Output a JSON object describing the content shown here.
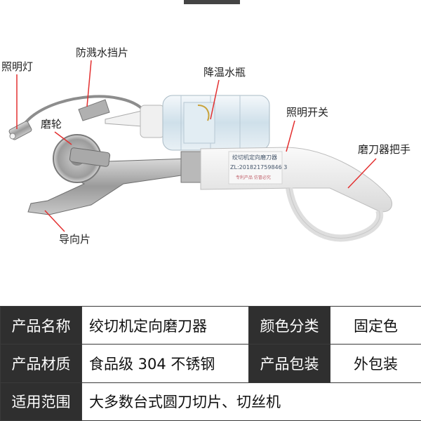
{
  "photo": {
    "callouts": {
      "lamp": "照明灯",
      "splash_guard": "防溅水挡片",
      "cooling_bottle": "降温水瓶",
      "light_switch": "照明开关",
      "grinding_wheel": "磨轮",
      "sharpener_handle": "磨刀器把手",
      "guide_plate": "导向片"
    },
    "body_label": {
      "name": "绞切机定向磨刀器",
      "patent": "ZL:201821759846 3",
      "small": "专利产品  仿冒必究"
    },
    "colors": {
      "handle": "#ececec",
      "steel": "#b8b8b8",
      "callout_line": "#e33030",
      "bottle_cap": "#f2f2f2",
      "bottle_liquid": "#cfe6f2"
    }
  },
  "table": {
    "rows": [
      {
        "k1": "产品名称",
        "v1": "绞切机定向磨刀器",
        "k2": "颜色分类",
        "v2": "固定色"
      },
      {
        "k1": "产品材质",
        "v1": "食品级 304 不锈钢",
        "k2": "产品包装",
        "v2": "外包装"
      },
      {
        "k1": "适用范围",
        "v1": "大多数台式圆刀切片、切丝机"
      }
    ],
    "colors": {
      "header_bg": "#2f2f2f",
      "header_text": "#ffffff",
      "border": "#3a3a3a"
    }
  }
}
